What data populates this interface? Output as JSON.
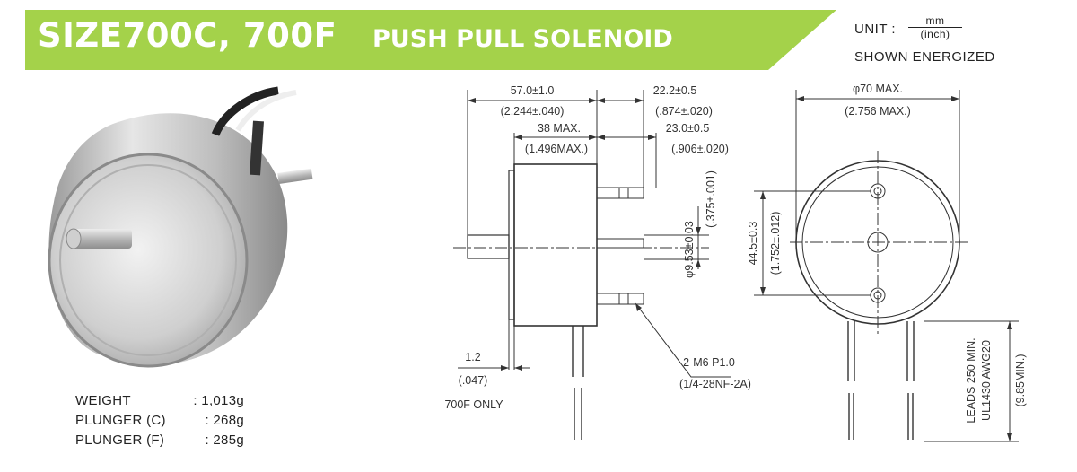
{
  "title": {
    "main": "SIZE700C, 700F",
    "sub": "PUSH PULL SOLENOID"
  },
  "unit": {
    "label": "UNIT :",
    "numerator": "mm",
    "denominator": "(inch)"
  },
  "shown": "SHOWN ENERGIZED",
  "colors": {
    "banner": "#a4d24a",
    "line": "#333333",
    "body_metal": "#c9c9c9"
  },
  "specs": [
    {
      "label": "WEIGHT",
      "value": ": 1,013g"
    },
    {
      "label": "PLUNGER (C)",
      "value": ": 268g"
    },
    {
      "label": "PLUNGER (F)",
      "value": ": 285g"
    }
  ],
  "dims": {
    "d1": "57.0±1.0",
    "d1i": "(2.244±.040)",
    "d2": "22.2±0.5",
    "d2i": "(.874±.020)",
    "d3": "38 MAX.",
    "d3i": "(1.496MAX.)",
    "d4": "23.0±0.5",
    "d4i": "(.906±.020)",
    "d5": "φ9.53±0.03",
    "d5i": "(.375±.001)",
    "d6": "1.2",
    "d6i": "(.047)",
    "d6n": "700F ONLY",
    "d7": "2-M6 P1.0",
    "d7i": "(1/4-28NF-2A)",
    "d8": "φ70 MAX.",
    "d8i": "(2.756 MAX.)",
    "d9": "44.5±0.3",
    "d9i": "(1.752±.012)",
    "d10": "LEADS 250 MIN.",
    "d10b": "UL1430 AWG20",
    "d10i": "(9.85MIN.)"
  }
}
